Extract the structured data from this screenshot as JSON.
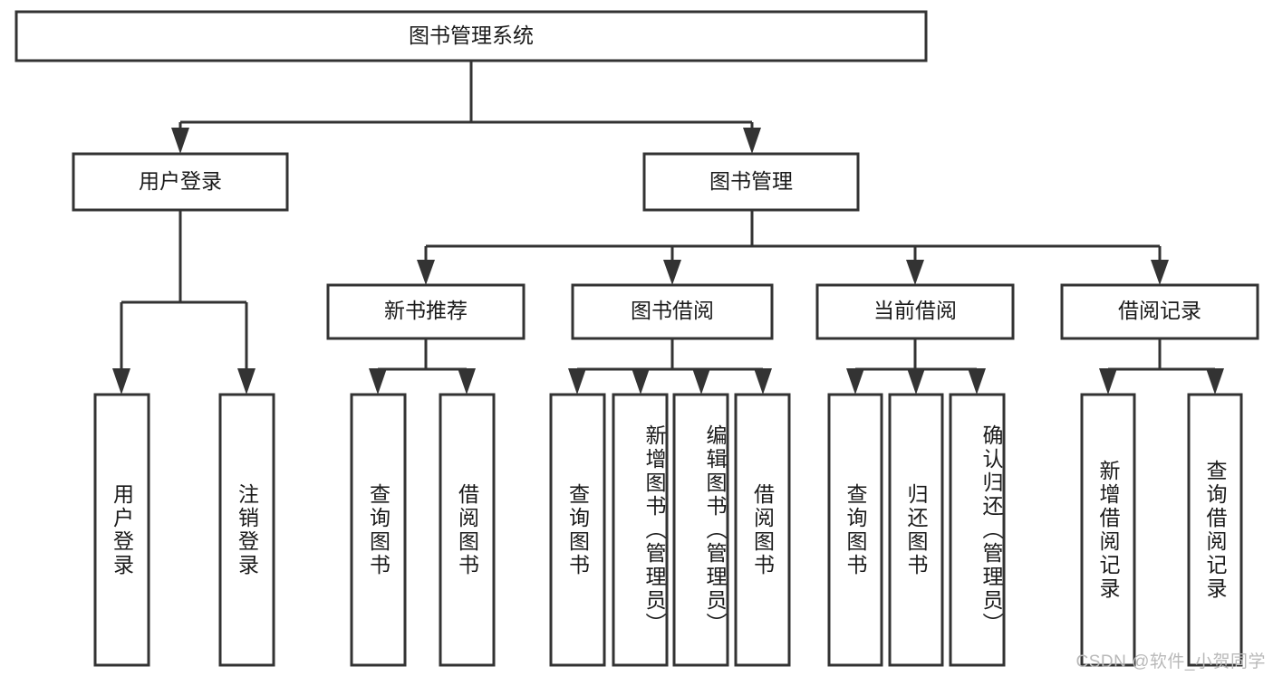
{
  "diagram": {
    "type": "tree-hierarchy",
    "title": "图书管理系统",
    "watermark": "CSDN @软件_小贺同学",
    "colors": {
      "stroke": "#333333",
      "fill": "#ffffff",
      "text": "#1a1a1a",
      "watermark": "#b9b9b9"
    },
    "nodes": {
      "root": {
        "label": "图书管理系统"
      },
      "level2": [
        {
          "label": "用户登录"
        },
        {
          "label": "图书管理"
        }
      ],
      "level3": [
        {
          "label": "新书推荐"
        },
        {
          "label": "图书借阅"
        },
        {
          "label": "当前借阅"
        },
        {
          "label": "借阅记录"
        }
      ],
      "leaves": {
        "user_login": [
          {
            "label": "用户登录"
          },
          {
            "label": "注销登录"
          }
        ],
        "new_book": [
          {
            "label": "查询图书"
          },
          {
            "label": "借阅图书"
          }
        ],
        "borrow_book": [
          {
            "label": "查询图书"
          },
          {
            "label": "新增图书（管理员）"
          },
          {
            "label": "编辑图书（管理员）"
          },
          {
            "label": "借阅图书"
          }
        ],
        "current_borrow": [
          {
            "label": "查询图书"
          },
          {
            "label": "归还图书"
          },
          {
            "label": "确认归还（管理员）"
          }
        ],
        "borrow_record": [
          {
            "label": "新增借阅记录"
          },
          {
            "label": "查询借阅记录"
          }
        ]
      }
    }
  }
}
